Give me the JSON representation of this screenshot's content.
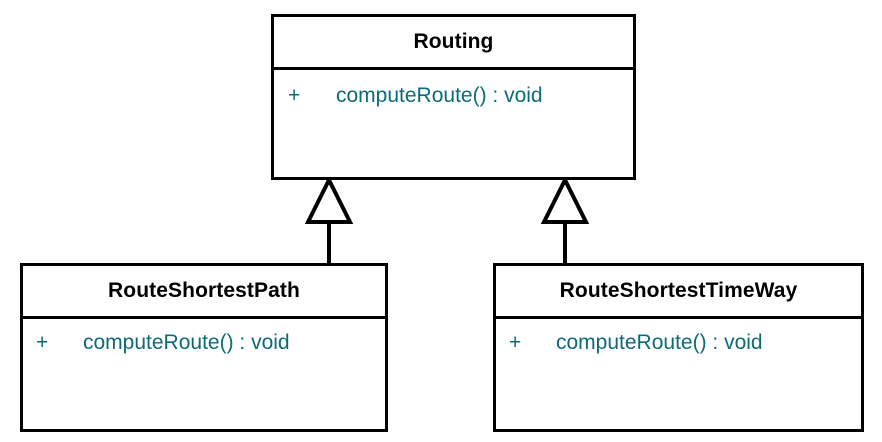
{
  "diagram": {
    "type": "uml-class-diagram",
    "notation": "UML",
    "background_color": "#ffffff",
    "line_color": "#000000",
    "member_text_color": "#0d6b78",
    "class_name_color": "#000000"
  },
  "classes": {
    "routing": {
      "name": "Routing",
      "stereotype": "",
      "members": [
        {
          "visibility": "+",
          "signature": "computeRoute() : void"
        }
      ]
    },
    "route_shortest_path": {
      "name": "RouteShortestPath",
      "stereotype": "",
      "members": [
        {
          "visibility": "+",
          "signature": "computeRoute() : void"
        }
      ]
    },
    "route_shortest_time_way": {
      "name": "RouteShortestTimeWay",
      "stereotype": "",
      "members": [
        {
          "visibility": "+",
          "signature": "computeRoute() : void"
        }
      ]
    }
  },
  "relationships": [
    {
      "kind": "generalization",
      "label": "",
      "source": "RouteShortestPath",
      "target": "Routing"
    },
    {
      "kind": "generalization",
      "label": "",
      "source": "RouteShortestTimeWay",
      "target": "Routing"
    }
  ]
}
